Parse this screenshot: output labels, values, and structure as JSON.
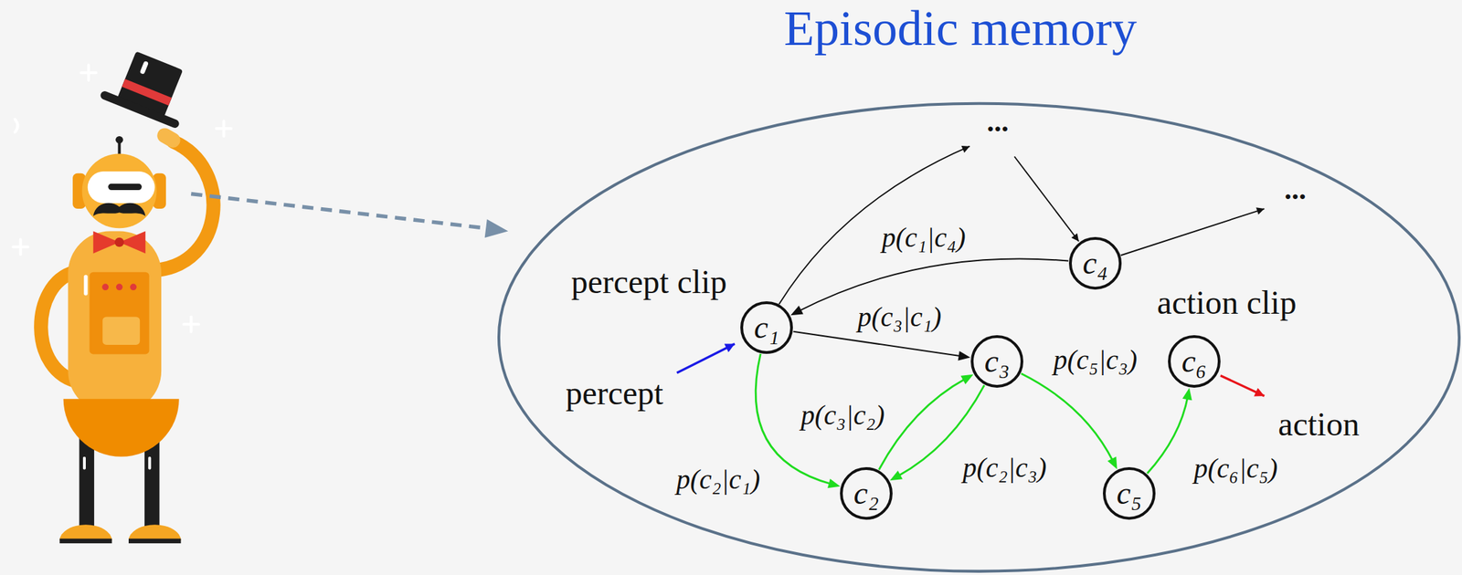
{
  "diagram": {
    "title": "Episodic memory",
    "nodes": [
      {
        "text": [
          "c₁"
        ]
      },
      {
        "text": [
          "c₂"
        ]
      },
      {
        "text": [
          "c₃"
        ]
      },
      {
        "text": [
          "c₄"
        ]
      },
      {
        "text": [
          "c₅"
        ]
      },
      {
        "text": [
          "c₆"
        ]
      }
    ],
    "edges": [
      {
        "from": 3,
        "to": 0,
        "arrow": "to",
        "label": "p(c₁|c₄)"
      },
      {
        "from": 0,
        "to": 2,
        "arrow": "to",
        "label": "p(c₃|c₁)"
      },
      {
        "from": 0,
        "to": 1,
        "arrow": "to",
        "label": "p(c₂|c₁)"
      },
      {
        "from": 1,
        "to": 2,
        "arrow": "to",
        "label": "p(c₃|c₂)"
      },
      {
        "from": 2,
        "to": 1,
        "arrow": "to",
        "label": "p(c₂|c₃)"
      },
      {
        "from": 2,
        "to": 4,
        "arrow": "to",
        "label": "p(c₅|c₃)"
      },
      {
        "from": 4,
        "to": 5,
        "arrow": "to",
        "label": "p(c₆|c₅)"
      }
    ],
    "labels": [
      "...",
      "...",
      "percept clip",
      "action clip",
      "percept",
      "action"
    ]
  }
}
